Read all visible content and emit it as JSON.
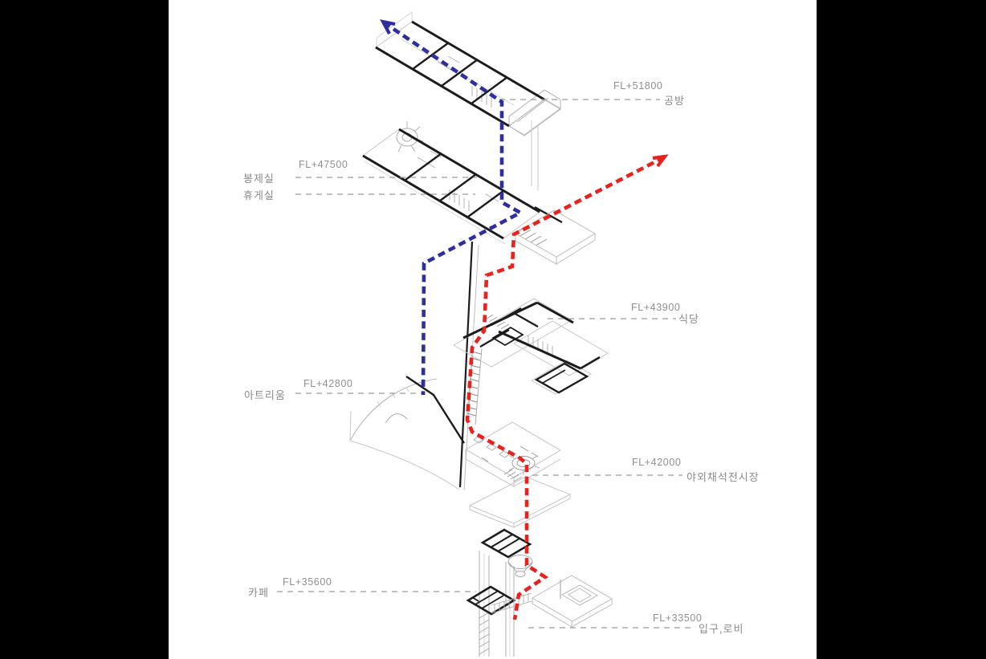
{
  "page": {
    "background_color": "#000000",
    "paper_color": "#ffffff"
  },
  "colors": {
    "route_red": "#e8231f",
    "route_blue": "#2e2e9e",
    "wall_black": "#1c1c1c",
    "detail_gray": "#b5b5b5",
    "leader_gray": "#9c9c9c",
    "label_text": "#8f8f8f"
  },
  "labels": {
    "workshop": {
      "level": "FL+51800",
      "room": "공방"
    },
    "sewing": {
      "level": "FL+47500",
      "room": "봉제실",
      "room2": "휴게실"
    },
    "dining": {
      "level": "FL+43900",
      "room": "식당"
    },
    "atrium": {
      "level": "FL+42800",
      "room": "아트리움"
    },
    "quarry": {
      "level": "FL+42000",
      "room": "야외채석전시장"
    },
    "cafe": {
      "level": "FL+35600",
      "room": "카페"
    },
    "lobby": {
      "level": "FL+33500",
      "room": "입구,로비"
    }
  }
}
